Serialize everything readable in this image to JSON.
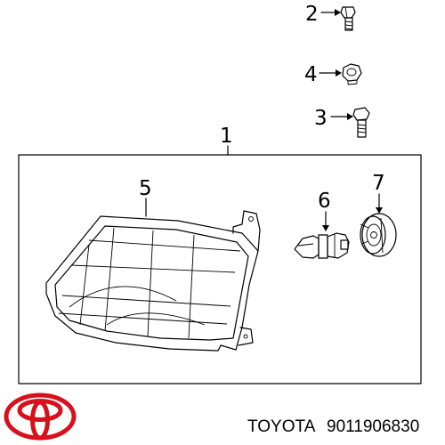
{
  "callouts": {
    "assembly": "1",
    "screw": "2",
    "bolt": "3",
    "nut": "4",
    "lens_unit": "5",
    "bulb": "6",
    "bulb_cap": "7"
  },
  "footer": {
    "brand": "TOYOTA",
    "part_number": "9011906830"
  },
  "colors": {
    "line": "#000000",
    "logo": "#d7101c",
    "background": "#ffffff"
  }
}
